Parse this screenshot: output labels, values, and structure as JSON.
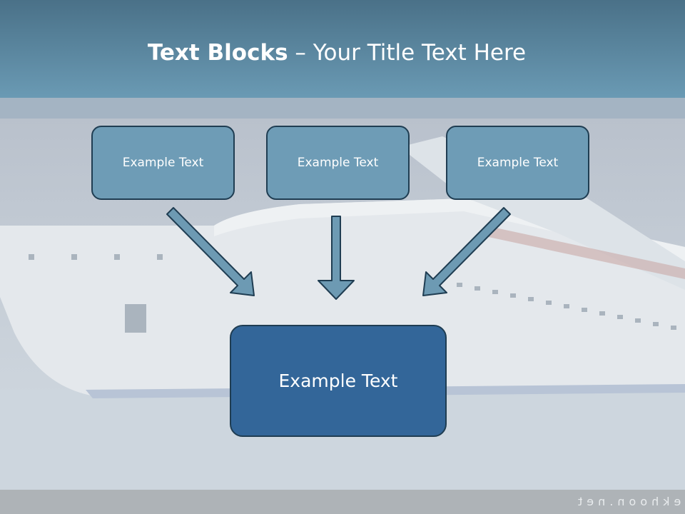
{
  "slide": {
    "title_bold": "Text Blocks",
    "title_dash": " – ",
    "title_rest": "Your Title Text Here",
    "footer": "ekhoon.net"
  },
  "diagram": {
    "top_boxes": [
      {
        "label": "Example Text"
      },
      {
        "label": "Example Text"
      },
      {
        "label": "Example Text"
      }
    ],
    "bottom_box": {
      "label": "Example Text"
    }
  },
  "colors": {
    "title_band": "#5f8ca6",
    "small_box": "#6e9cb6",
    "big_box": "#336699",
    "arrow_fill": "#6d9ab3",
    "border": "#1f3d52"
  }
}
